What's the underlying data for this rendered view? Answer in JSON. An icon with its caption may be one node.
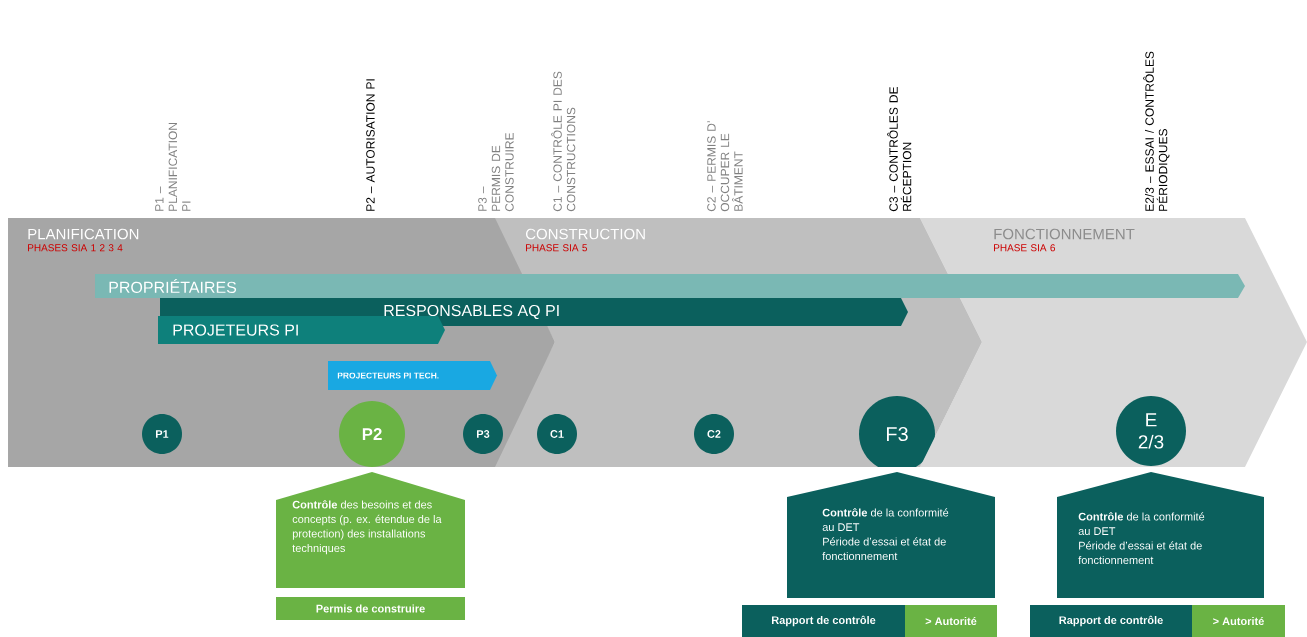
{
  "diagram": {
    "nodes": [
      {
        "text": [
          "PLANIFICATION",
          "PHASES SIA 1 2 3 4"
        ]
      },
      {
        "text": [
          "CONSTRUCTION",
          "PHASE SIA 5"
        ]
      },
      {
        "text": [
          "FONCTIONNEMENT",
          "PHASE SIA 6"
        ]
      },
      {
        "text": [
          "PROPRIÉTAIRES"
        ]
      },
      {
        "text": [
          "RESPONSABLES AQ PI"
        ]
      },
      {
        "text": [
          "PROJETEURS PI"
        ],
        "in": 0
      },
      {
        "text": [
          "PROJECTEURS PI TECH."
        ],
        "in": 0
      },
      {
        "text": [
          "P1"
        ],
        "in": 0
      },
      {
        "text": [
          "P2"
        ],
        "in": 0
      },
      {
        "text": [
          "P3"
        ],
        "in": 0
      },
      {
        "text": [
          "C1"
        ],
        "in": 1
      },
      {
        "text": [
          "C2"
        ],
        "in": 1
      },
      {
        "text": [
          "F3"
        ],
        "in": 1
      },
      {
        "text": [
          "E 2/3"
        ],
        "in": 2
      },
      {
        "text": [
          "**Contrôle** des besoins et des concepts (p. ex. étendue de la protection) des installations techniques"
        ]
      },
      {
        "text": [
          "Permis de construire"
        ]
      },
      {
        "text": [
          "**Contrôle** de la conformité au DET",
          "Période d’essai et état de fonctionnement"
        ]
      },
      {
        "text": [
          "Rapport de contrôle"
        ]
      },
      {
        "text": [
          "> Autorité"
        ]
      },
      {
        "text": [
          "**Contrôle** de la conformité au DET",
          "Période d’essai et état de fonctionnement"
        ]
      },
      {
        "text": [
          "Rapport de contrôle"
        ]
      },
      {
        "text": [
          "> Autorité"
        ]
      }
    ],
    "labels": [
      "P1 – PLANIFICATION PI",
      "P2 – AUTORISATION PI",
      "P3 – PERMIS DE CONSTRUIRE",
      "C1 – CONTRÔLE PI DES CONSTRUCTIONS",
      "C2 – PERMIS D’ OCCUPER LE BÂTIMENT",
      "C3 – CONTRÔLES DE RÉCEPTION",
      "E2/3 – ESSAI / CONTRÔLES PÉRIODIQUES"
    ]
  }
}
